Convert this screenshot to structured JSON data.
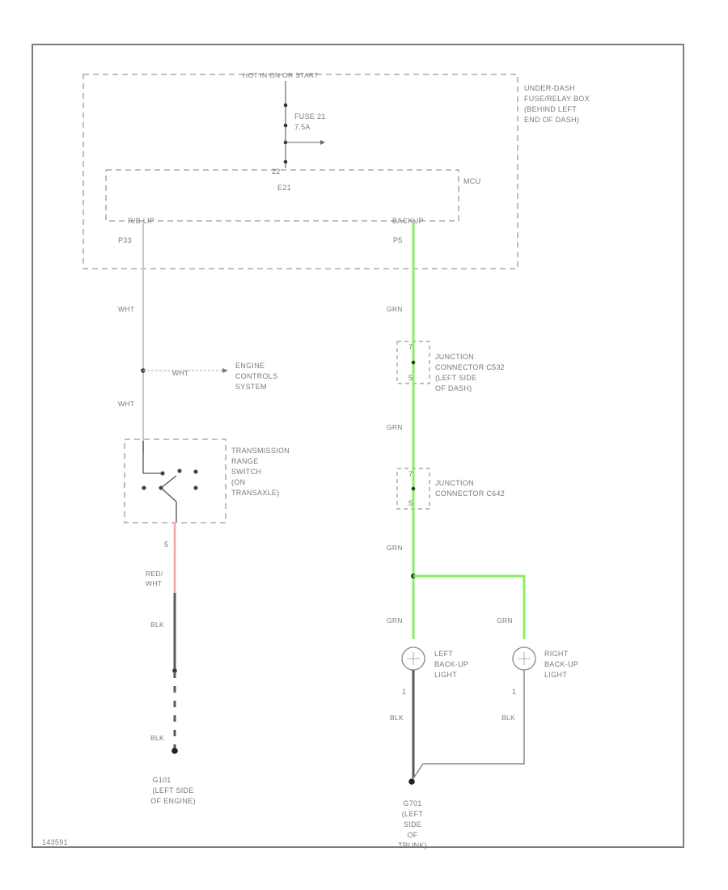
{
  "colors": {
    "frame": "#7d7d7d",
    "dashed_box": "#9a9a9a",
    "wire_wht": "#c8c8c8",
    "wire_grn": "#88ee66",
    "wire_red": "#f2a0a0",
    "wire_blk": "#5a5a5a",
    "dot": "#333333",
    "text": "#7a7a7a"
  },
  "fusebox": {
    "header": "HOT IN ON OR START",
    "label_lines": [
      "UNDER-DASH",
      "FUSE/RELAY BOX",
      "(BEHIND LEFT",
      "END OF DASH)"
    ],
    "fuse_lines": [
      "FUSE 21",
      "7.5A"
    ]
  },
  "mcu": {
    "label": "MCU",
    "inner_label": "E21",
    "pin_top": "22",
    "pin_left": "R/B LIP",
    "pin_right": "BACKUP"
  },
  "pins": {
    "left": "P33",
    "right": "P5"
  },
  "wires": {
    "wht_1": "WHT",
    "wht_branch": "WHT",
    "wht_2": "WHT",
    "grn_1": "GRN",
    "grn_2": "GRN",
    "grn_3": "GRN",
    "grn_4": "GRN",
    "grn_5": "GRN",
    "red_wht": [
      "RED/",
      "WHT"
    ],
    "blk_1": "BLK",
    "blk_2": "BLK",
    "blk_3": "BLK",
    "blk_4": "BLK"
  },
  "engine_controls": [
    "ENGINE",
    "CONTROLS",
    "SYSTEM"
  ],
  "transmission_switch": {
    "label_lines": [
      "TRANSMISSION",
      "RANGE",
      "SWITCH",
      "(ON",
      "TRANSAXLE)"
    ],
    "pin": "5"
  },
  "junction_1": {
    "label_lines": [
      "JUNCTION",
      "CONNECTOR C532",
      "(LEFT SIDE",
      "OF DASH)"
    ],
    "pins": [
      "7",
      "5"
    ]
  },
  "junction_2": {
    "label_lines": [
      "JUNCTION",
      "CONNECTOR C642"
    ],
    "pins": [
      "7",
      "5"
    ]
  },
  "left_backup": {
    "label_lines": [
      "LEFT",
      "BACK-UP",
      "LIGHT"
    ],
    "pin": "1"
  },
  "right_backup": {
    "label_lines": [
      "RIGHT",
      "BACK-UP",
      "LIGHT"
    ],
    "pin": "1"
  },
  "ground_left": {
    "label_lines": [
      "G101",
      "(LEFT SIDE",
      "OF ENGINE)"
    ]
  },
  "ground_right": {
    "label_lines": [
      "G701",
      "(LEFT",
      "SIDE",
      "OF",
      "TRUNK)"
    ]
  },
  "footer_code": "143591"
}
